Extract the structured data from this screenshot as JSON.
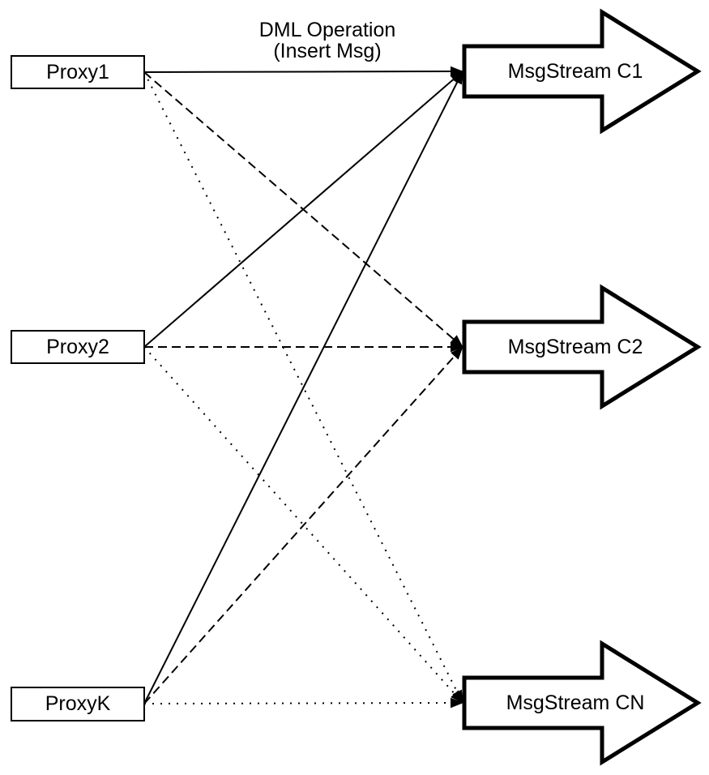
{
  "diagram": {
    "title": {
      "line1": "DML Operation",
      "line2": "(Insert Msg)"
    },
    "proxies": [
      {
        "id": "proxy1",
        "label": "Proxy1"
      },
      {
        "id": "proxy2",
        "label": "Proxy2"
      },
      {
        "id": "proxyk",
        "label": "ProxyK"
      }
    ],
    "streams": [
      {
        "id": "c1",
        "label": "MsgStream C1"
      },
      {
        "id": "c2",
        "label": "MsgStream C2"
      },
      {
        "id": "cn",
        "label": "MsgStream CN"
      }
    ],
    "edges": [
      {
        "from": "Proxy1",
        "to": "MsgStream C1",
        "style": "solid"
      },
      {
        "from": "Proxy2",
        "to": "MsgStream C1",
        "style": "solid"
      },
      {
        "from": "ProxyK",
        "to": "MsgStream C1",
        "style": "solid"
      },
      {
        "from": "Proxy1",
        "to": "MsgStream C2",
        "style": "dashed"
      },
      {
        "from": "Proxy2",
        "to": "MsgStream C2",
        "style": "dashed"
      },
      {
        "from": "ProxyK",
        "to": "MsgStream C2",
        "style": "dashed"
      },
      {
        "from": "Proxy1",
        "to": "MsgStream CN",
        "style": "dotted"
      },
      {
        "from": "Proxy2",
        "to": "MsgStream CN",
        "style": "dotted"
      },
      {
        "from": "ProxyK",
        "to": "MsgStream CN",
        "style": "dotted"
      }
    ],
    "colors": {
      "ink": "#000000",
      "paper": "#ffffff"
    }
  }
}
